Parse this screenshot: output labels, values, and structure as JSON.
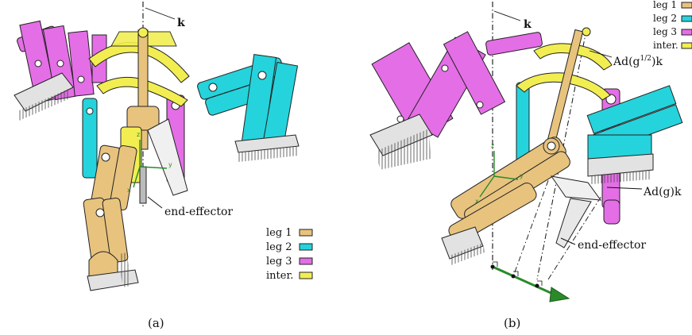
{
  "colors": {
    "leg1": "#e8c37e",
    "leg2": "#25d3dc",
    "leg3": "#e46ee6",
    "inter": "#f2ee52",
    "base": "#e2e2e2",
    "frame": "#2a8a2a"
  },
  "panel_a": {
    "caption": "(a)",
    "axis_label": "k",
    "end_effector_label": "end-effector",
    "legend": [
      {
        "label": "leg 1",
        "color": "#e8c37e"
      },
      {
        "label": "leg 2",
        "color": "#25d3dc"
      },
      {
        "label": "leg 3",
        "color": "#e46ee6"
      },
      {
        "label": "inter.",
        "color": "#f2ee52"
      }
    ],
    "frame_axes": [
      "x",
      "y",
      "z"
    ]
  },
  "panel_b": {
    "caption": "(b)",
    "axis_label": "k",
    "ad_half_label": "Ad(g",
    "ad_half_exp": "1/2",
    "ad_half_tail": ")k",
    "ad_full_label": "Ad(g)k",
    "end_effector_label": "end-effector",
    "legend": [
      {
        "label": "leg 1",
        "color": "#e8c37e"
      },
      {
        "label": "leg 2",
        "color": "#25d3dc"
      },
      {
        "label": "leg 3",
        "color": "#e46ee6"
      },
      {
        "label": "inter.",
        "color": "#f2ee52"
      }
    ],
    "frame_axes": [
      "x",
      "y",
      "z"
    ]
  }
}
